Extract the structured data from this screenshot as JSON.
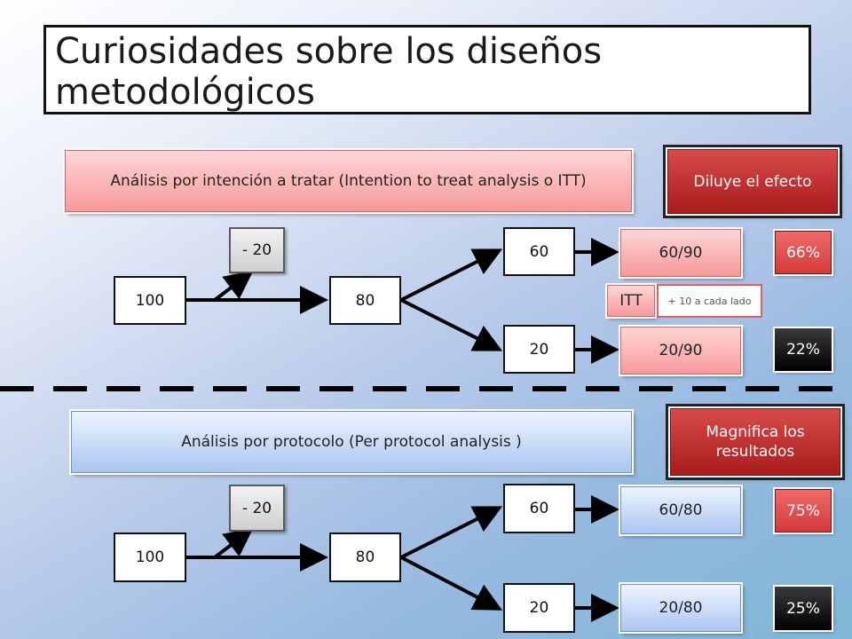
{
  "title": "Curiosidades sobre los diseños metodológicos",
  "itt": {
    "header": "Análisis por intención a tratar (Intention to treat analysis o ITT)",
    "effect": "Diluye el efecto",
    "start": "100",
    "loss": "- 20",
    "mid": "80",
    "top_branch": "60",
    "bottom_branch": "20",
    "top_fraction": "60/90",
    "bottom_fraction": "20/90",
    "top_percent": "66%",
    "bottom_percent": "22%",
    "itt_label": "ITT",
    "note": "+ 10 a cada lado"
  },
  "pp": {
    "header": "Análisis por protocolo (Per protocol analysis )",
    "effect": "Magnifica los resultados",
    "start": "100",
    "loss": "- 20",
    "mid": "80",
    "top_branch": "60",
    "bottom_branch": "20",
    "top_fraction": "60/80",
    "bottom_fraction": "20/80",
    "top_percent": "75%",
    "bottom_percent": "25%"
  },
  "colors": {
    "pink": "#f7b0b0",
    "light_blue": "#bcd3f5",
    "dark_red": "#b62222",
    "black": "#000000"
  }
}
